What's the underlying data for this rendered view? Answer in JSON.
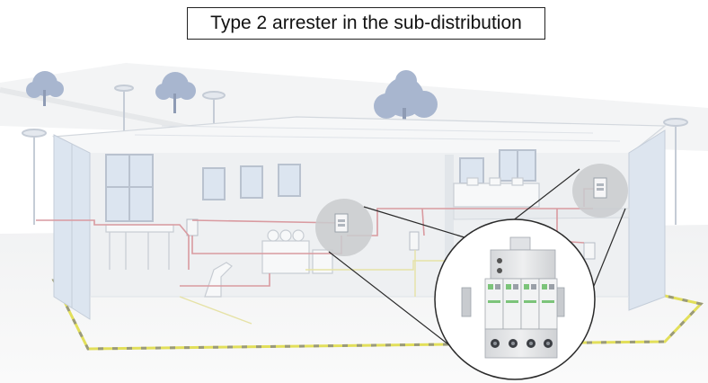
{
  "title": "Type 2 arrester in the sub-distribution",
  "scene": {
    "subject": "building-cutaway",
    "highlight": "sub-distribution-board",
    "callout": "surge-protective-device-4-pole"
  },
  "colors": {
    "title_border": "#222222",
    "wall": "#eef0f2",
    "wall_shadow": "#e2e6ea",
    "glass": "#dce5f0",
    "window_frame": "#b9c2cf",
    "tree": "#a8b6cf",
    "power_line": "#d99aa0",
    "signal_line": "#e6e2a6",
    "ground_stripe_yellow": "#e2df5a",
    "ground_stripe_dark": "#9a9a7a",
    "highlight_circle": "#c9cbce",
    "callout_line": "#2a2a2a",
    "device_body": "#e7e8ea",
    "device_green": "#7cc47a"
  }
}
